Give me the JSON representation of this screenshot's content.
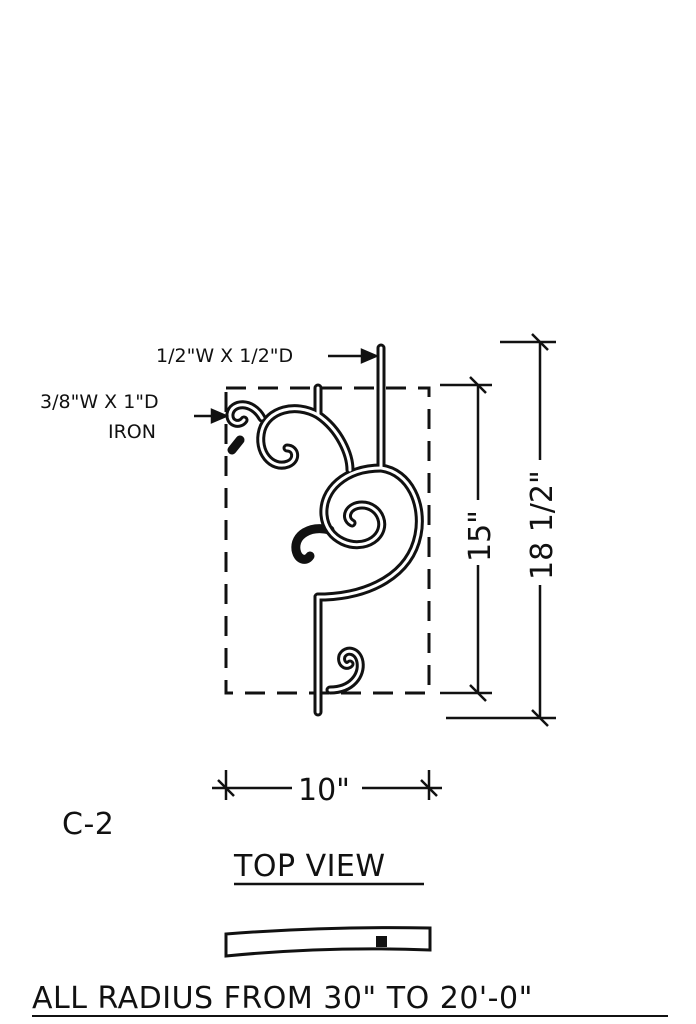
{
  "annotations": {
    "top_bar_size": "1/2\"W X 1/2\"D",
    "scroll_size_line1": "3/8\"W X 1\"D",
    "scroll_size_line2": "IRON"
  },
  "dimensions": {
    "inner_height": "15\"",
    "overall_height": "18 1/2\"",
    "width": "10\""
  },
  "model_code": "C-2",
  "view_title": "TOP VIEW",
  "footer_note": "ALL RADIUS FROM 30\" TO 20'-0\""
}
